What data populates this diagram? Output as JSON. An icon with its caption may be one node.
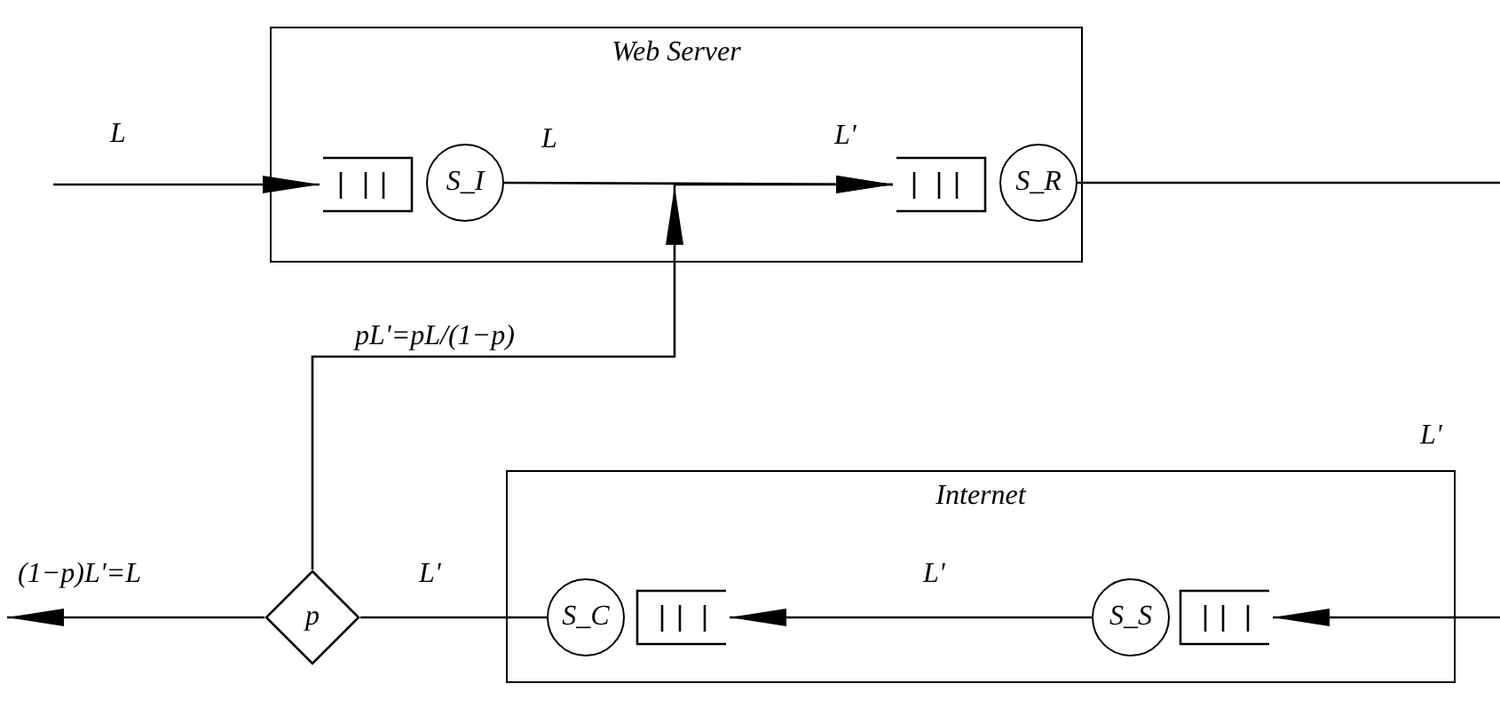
{
  "diagram": {
    "nodes": [
      {
        "text": [
          "Web Server"
        ]
      },
      {
        "text": [],
        "shape": "box",
        "in": 0
      },
      {
        "text": [
          "S_I"
        ],
        "in": 0
      },
      {
        "text": [],
        "shape": "box",
        "in": 0
      },
      {
        "text": [
          "S_R"
        ],
        "in": 0
      },
      {
        "text": [
          "Internet"
        ]
      },
      {
        "text": [
          "S_C"
        ],
        "in": 5
      },
      {
        "text": [],
        "shape": "box",
        "in": 5
      },
      {
        "text": [
          "S_S"
        ],
        "in": 5
      },
      {
        "text": [],
        "shape": "box",
        "in": 5
      },
      {
        "text": [
          "p"
        ]
      }
    ],
    "edges": [
      {
        "from": null,
        "to": 1,
        "arrow": "to",
        "label": "L"
      },
      {
        "from": 2,
        "to": 3,
        "arrow": "to",
        "label": "L"
      },
      {
        "from": 10,
        "to": 3,
        "arrow": "to",
        "label": "pL'=pL/(1−p)"
      },
      {
        "from": 4,
        "to": null,
        "arrow": "none"
      },
      {
        "from": null,
        "to": 9,
        "arrow": "to"
      },
      {
        "from": 8,
        "to": 7,
        "arrow": "to",
        "label": "L'"
      },
      {
        "from": 6,
        "to": 10,
        "arrow": "none",
        "label": "L'"
      },
      {
        "from": 10,
        "to": null,
        "arrow": "to",
        "label": "(1−p)L'=L"
      }
    ],
    "labels": [
      "L'",
      "L'"
    ]
  }
}
